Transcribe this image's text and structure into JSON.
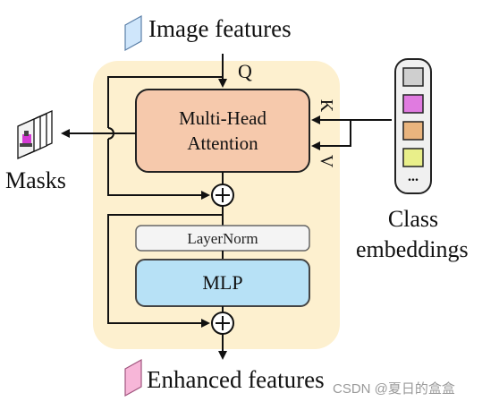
{
  "labels": {
    "image_features": "Image features",
    "q": "Q",
    "k": "K",
    "v": "V",
    "mha_line1": "Multi-Head",
    "mha_line2": "Attention",
    "masks": "Masks",
    "layernorm": "LayerNorm",
    "mlp": "MLP",
    "class_line1": "Class",
    "class_line2": "embeddings",
    "enhanced_features": "Enhanced features",
    "watermark": "CSDN @夏日的盒盒",
    "ellipsis": "..."
  },
  "colors": {
    "block_bg": "#fdf0cf",
    "mha_fill": "#f6c9ac",
    "layernorm_fill": "#f4f4f4",
    "mlp_fill": "#b7e1f6",
    "image_token": "#cfe6fb",
    "enhanced_token": "#f7b6d8",
    "class_slot_1": "#cfcfcf",
    "class_slot_2": "#e07be0",
    "class_slot_3": "#e9b47e",
    "class_slot_4": "#e9ef8a",
    "stroke": "#111111"
  }
}
